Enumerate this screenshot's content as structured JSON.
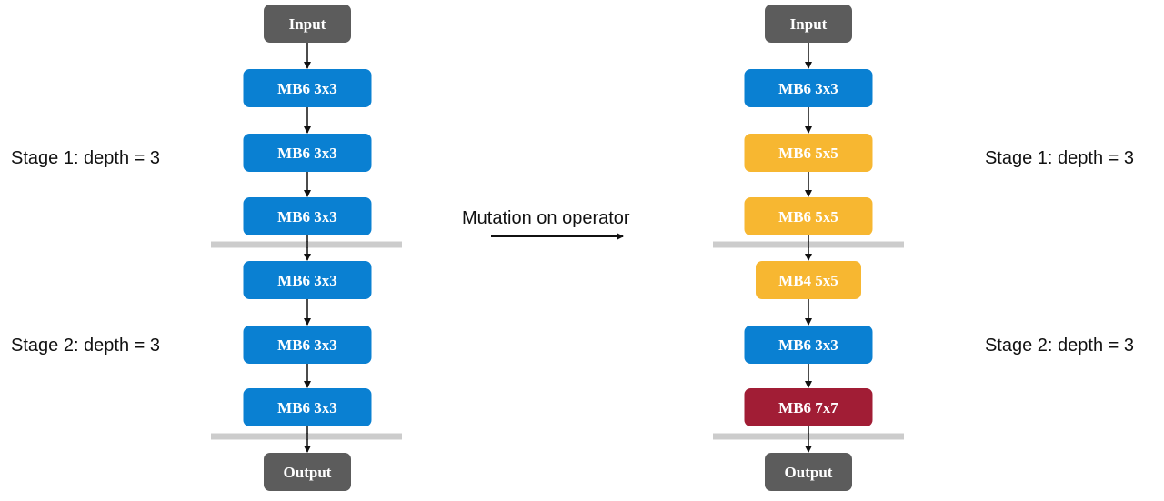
{
  "colors": {
    "io": "#5c5c5c",
    "blue": "#0a80d2",
    "yellow": "#f7b731",
    "red": "#a11d35",
    "divider": "#cccccc",
    "arrow": "#111111"
  },
  "left": {
    "nodes": [
      {
        "label": "Input",
        "color": "io"
      },
      {
        "label": "MB6 3x3",
        "color": "blue"
      },
      {
        "label": "MB6 3x3",
        "color": "blue"
      },
      {
        "label": "MB6 3x3",
        "color": "blue"
      },
      {
        "label": "MB6 3x3",
        "color": "blue"
      },
      {
        "label": "MB6 3x3",
        "color": "blue"
      },
      {
        "label": "MB6 3x3",
        "color": "blue"
      },
      {
        "label": "Output",
        "color": "io"
      }
    ],
    "stage1_label": "Stage 1: depth = 3",
    "stage2_label": "Stage 2: depth = 3"
  },
  "right": {
    "nodes": [
      {
        "label": "Input",
        "color": "io"
      },
      {
        "label": "MB6 3x3",
        "color": "blue"
      },
      {
        "label": "MB6 5x5",
        "color": "yellow"
      },
      {
        "label": "MB6 5x5",
        "color": "yellow"
      },
      {
        "label": "MB4 5x5",
        "color": "yellow"
      },
      {
        "label": "MB6 3x3",
        "color": "blue"
      },
      {
        "label": "MB6 7x7",
        "color": "red"
      },
      {
        "label": "Output",
        "color": "io"
      }
    ],
    "stage1_label": "Stage 1: depth = 3",
    "stage2_label": "Stage 2: depth = 3"
  },
  "mutation_label": "Mutation on operator"
}
